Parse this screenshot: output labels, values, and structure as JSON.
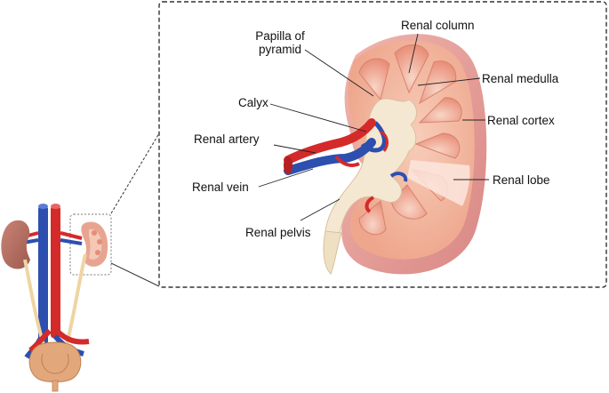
{
  "labels": {
    "papilla_line1": "Papilla of",
    "papilla_line2": "pyramid",
    "renal_column": "Renal column",
    "renal_medulla": "Renal medulla",
    "calyx": "Calyx",
    "renal_cortex": "Renal cortex",
    "renal_artery": "Renal artery",
    "renal_vein": "Renal vein",
    "renal_lobe": "Renal lobe",
    "renal_pelvis": "Renal pelvis"
  },
  "colors": {
    "artery": "#d9232b",
    "vein": "#2b4fb3",
    "cortex": "#f2b8a0",
    "medulla": "#e8907a",
    "capsule": "#e7a3a0",
    "pelvis": "#f4e6cf",
    "zoom_border": "#333333"
  }
}
